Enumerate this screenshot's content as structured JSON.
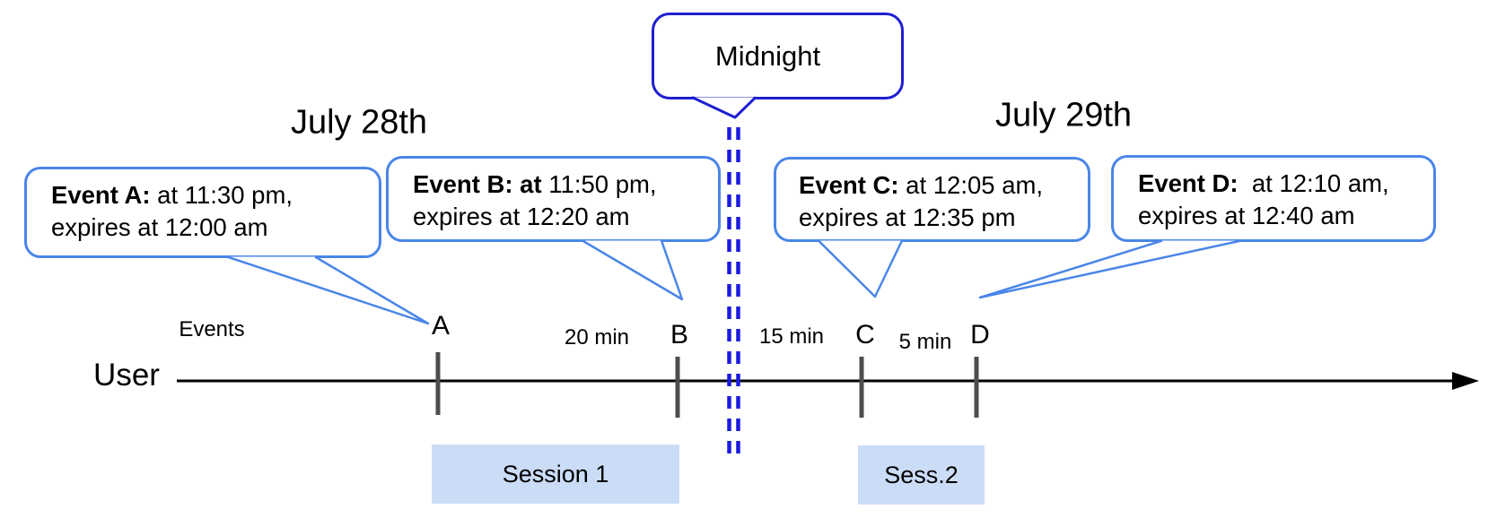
{
  "titles": {
    "left_date": "July 28th",
    "right_date": "July 29th"
  },
  "midnight": {
    "label": "Midnight"
  },
  "axis": {
    "events_label": "Events",
    "user_label": "User"
  },
  "event_bubbles": [
    {
      "id": "A",
      "bold": "Event A:",
      "line1_rest": " at 11:30 pm,",
      "line2": "expires at 12:00 am"
    },
    {
      "id": "B",
      "bold": "Event B: at",
      "line1_rest": " 11:50 pm,",
      "line2": "expires at 12:20 am"
    },
    {
      "id": "C",
      "bold": "Event C:",
      "line1_rest": " at 12:05 am,",
      "line2": "expires at 12:35 pm"
    },
    {
      "id": "D",
      "bold": "Event D:",
      "line1_rest": "  at 12:10 am,",
      "line2": "expires at 12:40 am"
    }
  ],
  "ticks": [
    {
      "label": "A"
    },
    {
      "label": "B"
    },
    {
      "label": "C"
    },
    {
      "label": "D"
    }
  ],
  "gaps": [
    {
      "label": "20 min"
    },
    {
      "label": "15 min"
    },
    {
      "label": "5 min"
    }
  ],
  "sessions": [
    {
      "label": "Session 1"
    },
    {
      "label": "Sess.2"
    }
  ],
  "colors": {
    "event_bubble_border": "#4a86e8",
    "midnight_border": "#1f1fd0",
    "midnight_dash": "#1a1ae0",
    "session_fill": "#cbdcf7",
    "tick": "#4d4d4d",
    "axis": "#000000",
    "text": "#000000"
  }
}
